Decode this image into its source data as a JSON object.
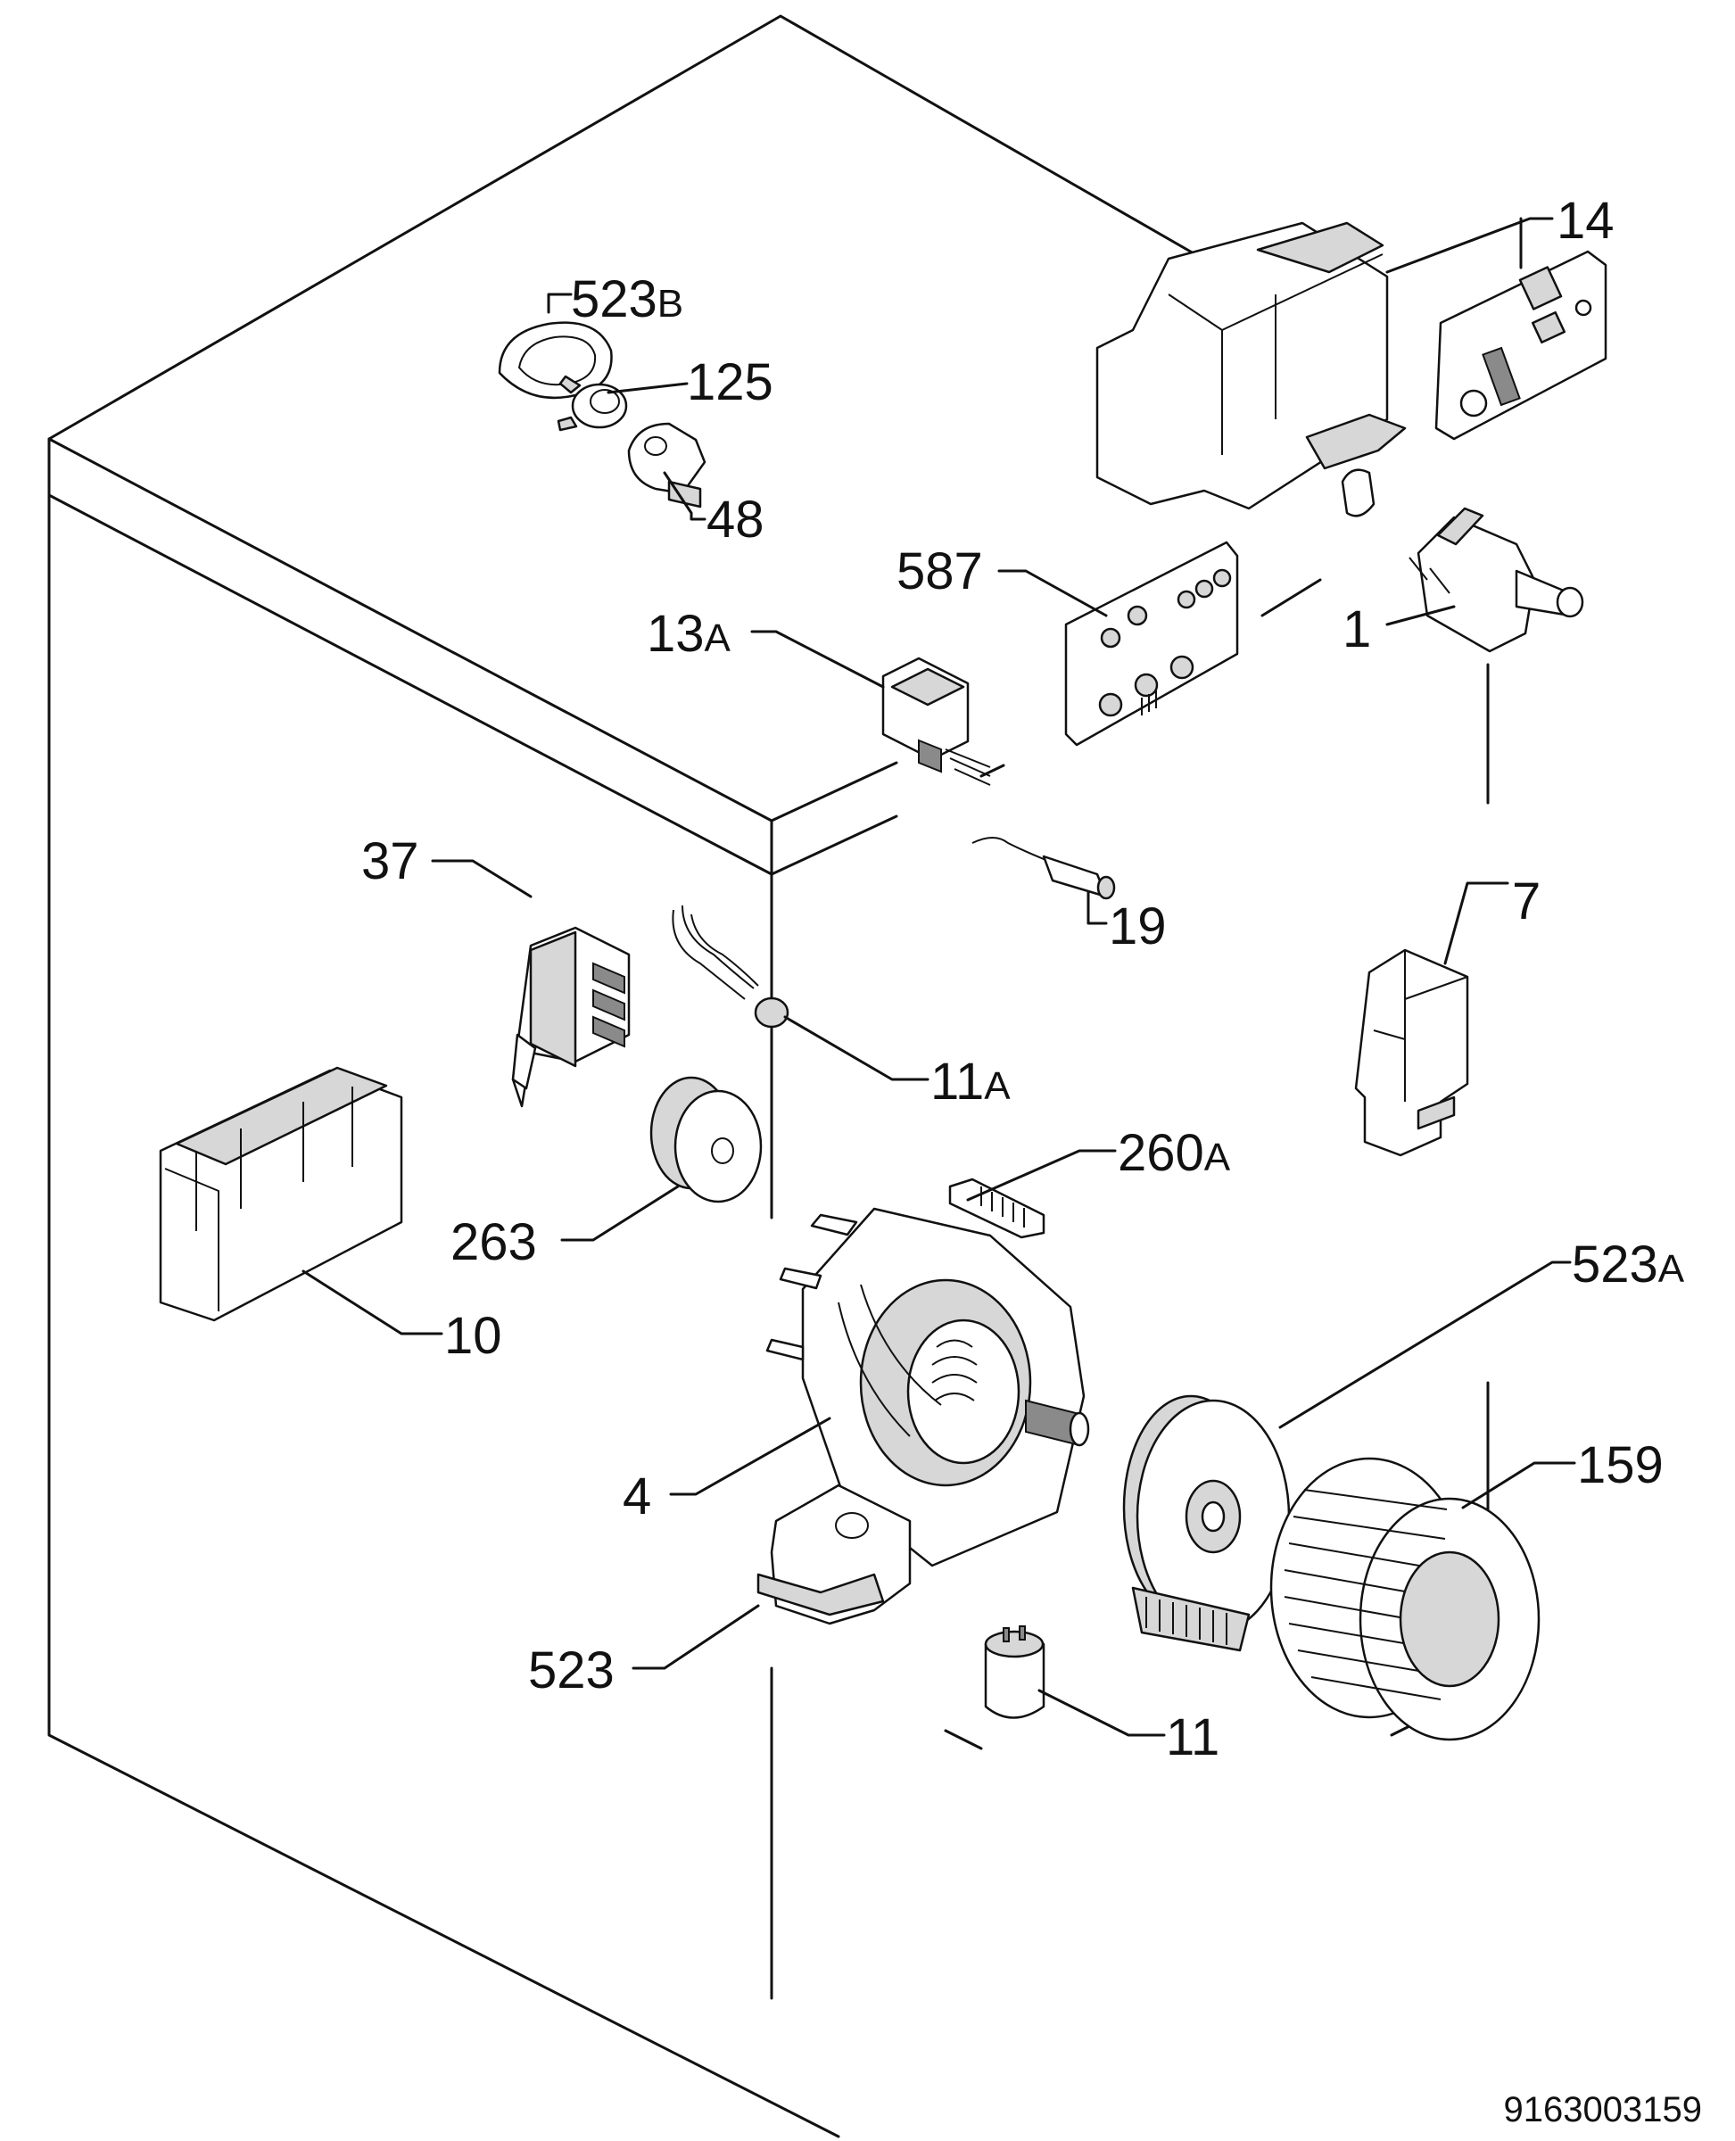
{
  "diagram": {
    "document_number": "9163003159",
    "callouts": [
      {
        "id": "c523B",
        "main": "523",
        "suffix": "B"
      },
      {
        "id": "c125",
        "main": "125",
        "suffix": ""
      },
      {
        "id": "c48",
        "main": "48",
        "suffix": ""
      },
      {
        "id": "c14",
        "main": "14",
        "suffix": ""
      },
      {
        "id": "c587",
        "main": "587",
        "suffix": ""
      },
      {
        "id": "c1",
        "main": "1",
        "suffix": ""
      },
      {
        "id": "c13A",
        "main": "13",
        "suffix": "A"
      },
      {
        "id": "c37",
        "main": "37",
        "suffix": ""
      },
      {
        "id": "c19",
        "main": "19",
        "suffix": ""
      },
      {
        "id": "c7",
        "main": "7",
        "suffix": ""
      },
      {
        "id": "c11A",
        "main": "11",
        "suffix": "A"
      },
      {
        "id": "c260A",
        "main": "260",
        "suffix": "A"
      },
      {
        "id": "c263",
        "main": "263",
        "suffix": ""
      },
      {
        "id": "c10",
        "main": "10",
        "suffix": ""
      },
      {
        "id": "c523A",
        "main": "523",
        "suffix": "A"
      },
      {
        "id": "c4",
        "main": "4",
        "suffix": ""
      },
      {
        "id": "c159",
        "main": "159",
        "suffix": ""
      },
      {
        "id": "c523",
        "main": "523",
        "suffix": ""
      },
      {
        "id": "c11",
        "main": "11",
        "suffix": ""
      }
    ]
  }
}
